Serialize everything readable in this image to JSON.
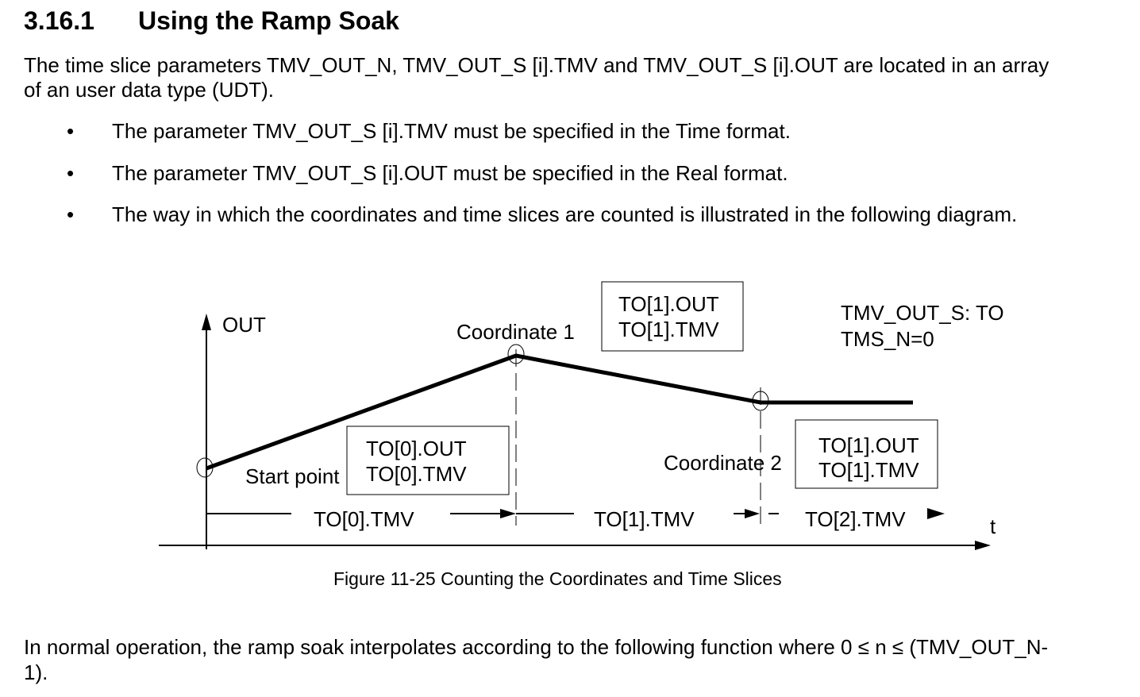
{
  "section": {
    "number": "3.16.1",
    "title": "Using the Ramp Soak"
  },
  "intro": [
    "The time slice parameters TMV_OUT_N, TMV_OUT_S [i].TMV and TMV_OUT_S [i].OUT are located in an array",
    "of an user data type (UDT)."
  ],
  "bullets": [
    "The parameter TMV_OUT_S [i].TMV must be specified in the Time format.",
    "The parameter TMV_OUT_S [i].OUT must be specified in the Real format.",
    "The way in which the coordinates and time slices are counted is illustrated in the following diagram."
  ],
  "diagram": {
    "y_axis_label": "OUT",
    "x_axis_label": "t",
    "coordinate1": "Coordinate 1",
    "coordinate2": "Coordinate 2",
    "start_point": "Start point",
    "box1": [
      "TO[1].OUT",
      "TO[1].TMV"
    ],
    "box0": [
      "TO[0].OUT",
      "TO[0].TMV"
    ],
    "box2": [
      "TO[1].OUT",
      "TO[1].TMV"
    ],
    "info": [
      "TMV_OUT_S: TO",
      "TMS_N=0"
    ],
    "slices": [
      "TO[0].TMV",
      "TO[1].TMV",
      "TO[2].TMV"
    ]
  },
  "caption": "Figure 11-25 Counting the Coordinates and Time Slices",
  "outro": [
    "In normal operation, the ramp soak interpolates according to the following function where 0 ≤ n ≤ (TMV_OUT_N-",
    "1)."
  ]
}
